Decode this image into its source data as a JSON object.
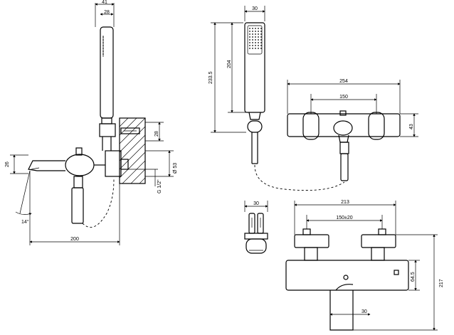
{
  "dimensions": {
    "top_left_width": "41",
    "top_left_inner": "28",
    "left_height": "26",
    "wall_depth": "28",
    "pipe_diameter": "Ø 53",
    "thread": "G 1/2\"",
    "spout_angle": "14°",
    "spout_length": "200",
    "handshower_width": "30",
    "handshower_total": "233.5",
    "handshower_head": "204",
    "mixer_width": "254",
    "inlet_spacing": "150",
    "mixer_height": "43",
    "bracket_width": "30",
    "bottom_mixer_width": "213",
    "bottom_inlet_spacing": "150±20",
    "bottom_depth": "64.5",
    "bottom_total_height": "217",
    "bottom_spout_width": "30"
  }
}
